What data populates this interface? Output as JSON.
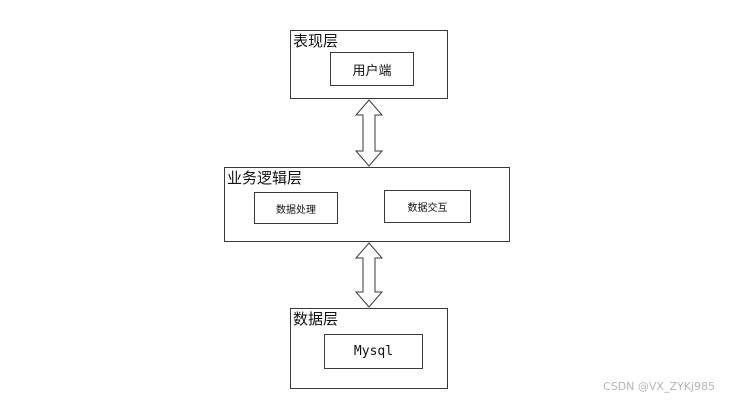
{
  "diagram": {
    "presentation_layer": {
      "title": "表现层",
      "items": [
        "用户端"
      ]
    },
    "business_logic_layer": {
      "title": "业务逻辑层",
      "items": [
        "数据处理",
        "数据交互"
      ]
    },
    "data_layer": {
      "title": "数据层",
      "items": [
        "Mysql"
      ]
    },
    "connectors": [
      {
        "from": "表现层",
        "to": "业务逻辑层",
        "type": "double-arrow"
      },
      {
        "from": "业务逻辑层",
        "to": "数据层",
        "type": "double-arrow"
      }
    ]
  },
  "watermark": "CSDN @VX_ZYKj985"
}
